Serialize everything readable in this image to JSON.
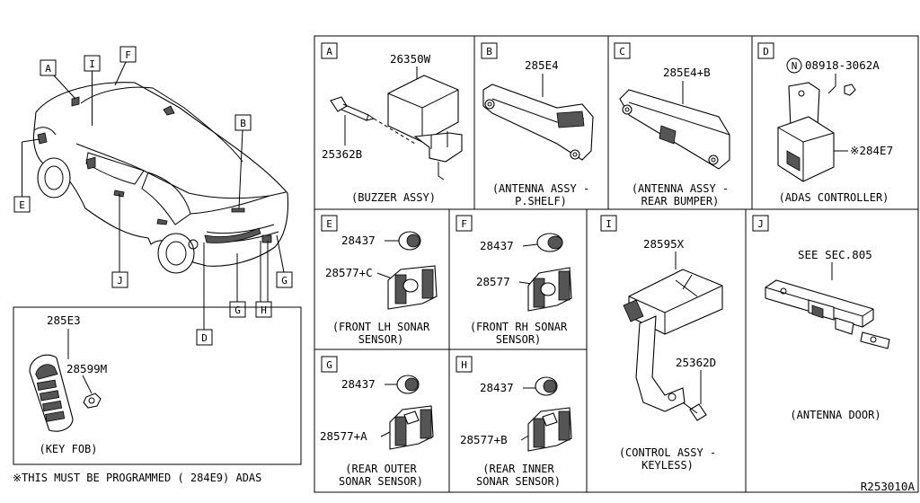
{
  "diagram": {
    "ref_number": "R253010A",
    "footnote": "※THIS MUST BE PROGRAMMED ( 284E9) ADAS",
    "vehicle_callouts": [
      "A",
      "I",
      "F",
      "B",
      "E",
      "J",
      "G",
      "H",
      "G",
      "D"
    ],
    "panels": {
      "A": {
        "letter": "A",
        "parts": [
          "26350W",
          "25362B"
        ],
        "caption": [
          "(BUZZER ASSY)"
        ]
      },
      "B": {
        "letter": "B",
        "parts": [
          "285E4"
        ],
        "caption": [
          "(ANTENNA ASSY -",
          "P.SHELF)"
        ]
      },
      "C": {
        "letter": "C",
        "parts": [
          "285E4+B"
        ],
        "caption": [
          "(ANTENNA ASSY -",
          "REAR BUMPER)"
        ]
      },
      "D": {
        "letter": "D",
        "parts": [
          "N",
          "08918-3062A",
          "※284E7"
        ],
        "caption": [
          "(ADAS CONTROLLER)"
        ]
      },
      "E": {
        "letter": "E",
        "parts": [
          "28437",
          "28577+C"
        ],
        "caption": [
          "(FRONT LH SONAR",
          "SENSOR)"
        ]
      },
      "F": {
        "letter": "F",
        "parts": [
          "28437",
          "28577"
        ],
        "caption": [
          "(FRONT RH SONAR",
          "SENSOR)"
        ]
      },
      "G": {
        "letter": "G",
        "parts": [
          "28437",
          "28577+A"
        ],
        "caption": [
          "(REAR OUTER",
          "SONAR SENSOR)"
        ]
      },
      "H": {
        "letter": "H",
        "parts": [
          "28437",
          "28577+B"
        ],
        "caption": [
          "(REAR INNER",
          "SONAR SENSOR)"
        ]
      },
      "I": {
        "letter": "I",
        "parts": [
          "28595X",
          "25362D"
        ],
        "caption": [
          "(CONTROL ASSY -",
          "KEYLESS)"
        ]
      },
      "J": {
        "letter": "J",
        "parts": [
          "SEE SEC.805"
        ],
        "caption": [
          "(ANTENNA DOOR)"
        ]
      },
      "KEYFOB": {
        "parts": [
          "285E3",
          "28599M"
        ],
        "caption": [
          "(KEY FOB)"
        ]
      }
    }
  }
}
